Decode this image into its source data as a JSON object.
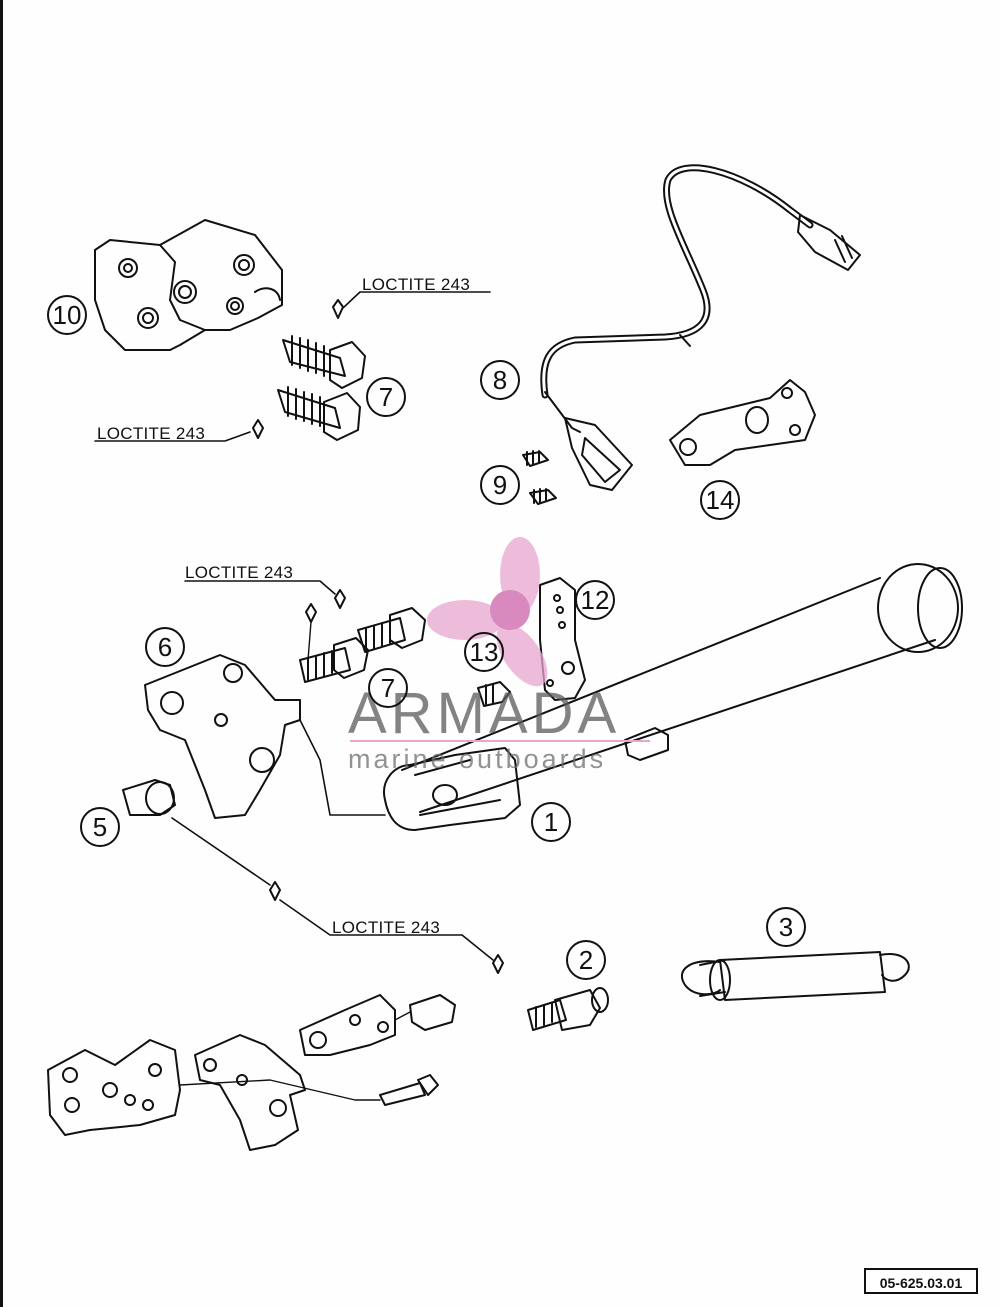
{
  "callouts": [
    "1",
    "2",
    "3",
    "5",
    "6",
    "7",
    "7",
    "8",
    "9",
    "10",
    "12",
    "13",
    "14"
  ],
  "loctite_label": "LOCTITE 243",
  "reference_code": "05-625.03.01",
  "watermark": {
    "title": "ARMADA",
    "subtitle": "marine outboards",
    "accent_color": "#e8a6cf"
  }
}
